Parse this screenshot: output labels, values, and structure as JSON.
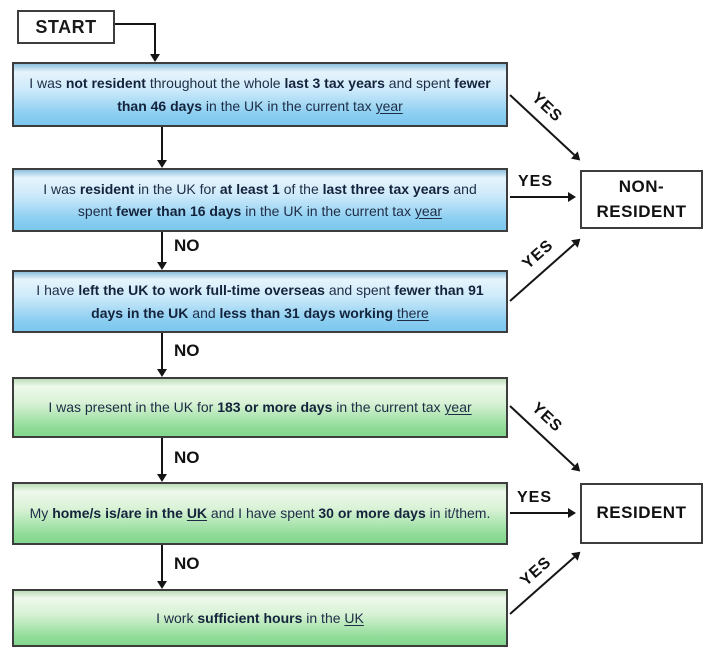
{
  "flowchart": {
    "start": {
      "label": "START"
    },
    "yes_label": "YES",
    "no_label": "NO",
    "questions": [
      {
        "id": 1,
        "color": "blue",
        "segments": [
          {
            "t": "I was "
          },
          {
            "t": "not resident",
            "b": true
          },
          {
            "t": " throughout the whole "
          },
          {
            "t": "last 3 tax years",
            "b": true
          },
          {
            "t": " and spent "
          },
          {
            "t": "fewer than 46 days",
            "b": true
          },
          {
            "t": " in the UK in the current tax "
          },
          {
            "t": "year",
            "u": true
          }
        ]
      },
      {
        "id": 2,
        "color": "blue",
        "segments": [
          {
            "t": "I was "
          },
          {
            "t": "resident",
            "b": true
          },
          {
            "t": " in the UK for "
          },
          {
            "t": "at least 1",
            "b": true
          },
          {
            "t": " of the "
          },
          {
            "t": "last three tax years",
            "b": true
          },
          {
            "t": " and spent "
          },
          {
            "t": "fewer than 16 days",
            "b": true
          },
          {
            "t": " in the UK in the current tax "
          },
          {
            "t": "year",
            "u": true
          }
        ]
      },
      {
        "id": 3,
        "color": "blue",
        "segments": [
          {
            "t": "I have "
          },
          {
            "t": "left the UK to work full-time overseas",
            "b": true
          },
          {
            "t": " and spent "
          },
          {
            "t": "fewer than 91 days in the UK",
            "b": true
          },
          {
            "t": " and "
          },
          {
            "t": "less than 31 days working",
            "b": true
          },
          {
            "t": " "
          },
          {
            "t": "there",
            "u": true
          }
        ]
      },
      {
        "id": 4,
        "color": "green",
        "segments": [
          {
            "t": "I was present in the UK for "
          },
          {
            "t": "183 or more days",
            "b": true
          },
          {
            "t": " in the current tax "
          },
          {
            "t": "year",
            "u": true
          }
        ]
      },
      {
        "id": 5,
        "color": "green",
        "segments": [
          {
            "t": "My "
          },
          {
            "t": "home/s is/are in the ",
            "b": true
          },
          {
            "t": "UK",
            "b": true,
            "u": true
          },
          {
            "t": " and I have spent "
          },
          {
            "t": "30 or more days",
            "b": true
          },
          {
            "t": " in it/them."
          }
        ]
      },
      {
        "id": 6,
        "color": "green",
        "segments": [
          {
            "t": "I work "
          },
          {
            "t": "sufficient hours",
            "b": true
          },
          {
            "t": " in the "
          },
          {
            "t": "UK",
            "u": true
          }
        ]
      }
    ],
    "outcomes": [
      {
        "id": "non-resident",
        "lines": [
          "NON-",
          "RESIDENT"
        ]
      },
      {
        "id": "resident",
        "lines": [
          "RESIDENT"
        ]
      }
    ],
    "colors": {
      "blue_box": "#7cc7ee",
      "green_box": "#83d78e",
      "box_border": "#3d3d3d",
      "arrow": "#151515"
    }
  }
}
